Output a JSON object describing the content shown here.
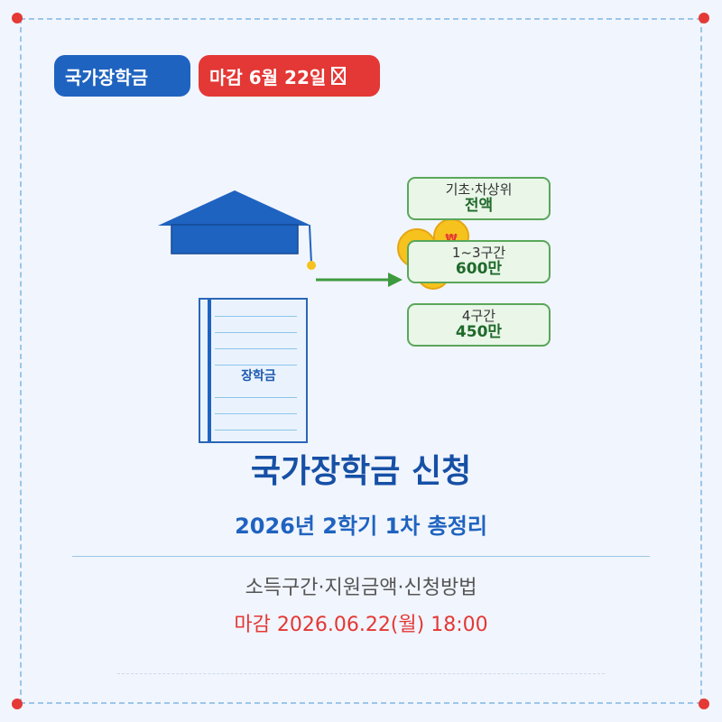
{
  "badges": {
    "category": "국가장학금",
    "deadline": "마감 6월 22일"
  },
  "book": {
    "label": "장학금"
  },
  "coin": {
    "symbol": "₩"
  },
  "tiers": [
    {
      "label": "기초·차상위",
      "value": "전액"
    },
    {
      "label": "1~3구간",
      "value": "600만"
    },
    {
      "label": "4구간",
      "value": "450만"
    }
  ],
  "title": "국가장학금 신청",
  "subtitle": "2026년 2학기 1차 총정리",
  "description": "소득구간·지원금액·신청방법",
  "deadline_text": "마감 2026.06.22(월) 18:00",
  "colors": {
    "primary_blue": "#1f63c0",
    "accent_red": "#e33835",
    "tier_green": "#5aa75a",
    "coin_gold": "#f6c21e"
  }
}
